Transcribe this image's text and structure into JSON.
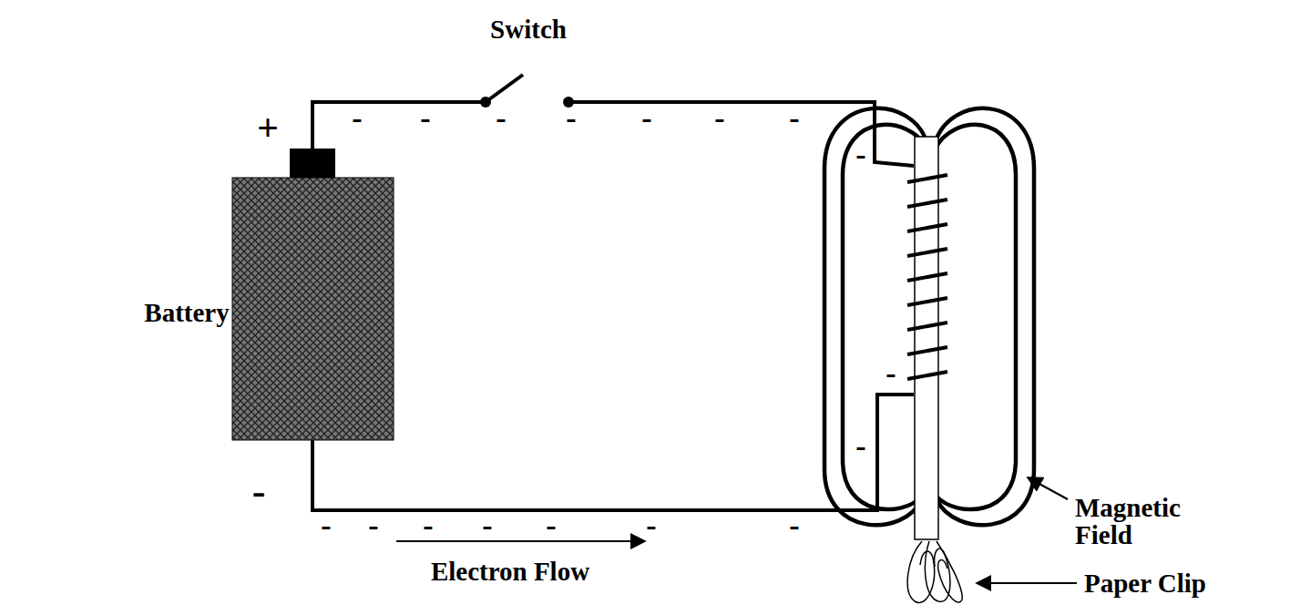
{
  "diagram": {
    "labels": [
      "Switch",
      "+",
      "Battery",
      "-",
      "-",
      "-",
      "-",
      "-",
      "-",
      "-",
      "-",
      "-",
      "-",
      "-",
      "-",
      "-",
      "-",
      "-",
      "-",
      "-",
      "-",
      "Electron Flow",
      "Magnetic Field",
      "Paper Clip"
    ]
  }
}
